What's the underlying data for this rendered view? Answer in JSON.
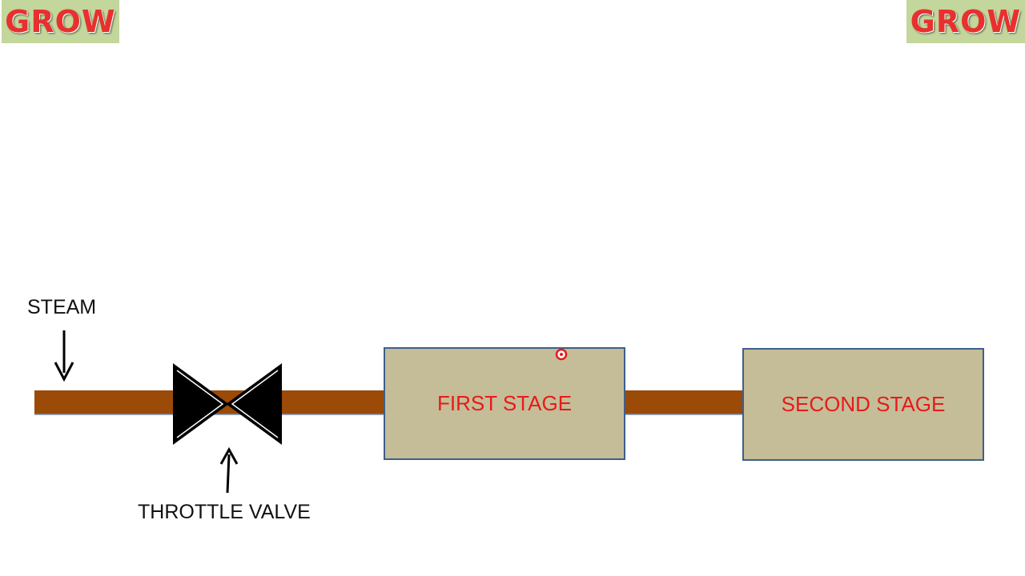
{
  "logos": {
    "left_text": "GROW",
    "right_text": "GROW"
  },
  "labels": {
    "steam": "STEAM",
    "throttle_valve": "THROTTLE VALVE"
  },
  "stages": {
    "first": "FIRST STAGE",
    "second": "SECOND STAGE"
  },
  "colors": {
    "pipe": "#9b4a08",
    "stage_fill": "#c4bd97",
    "stage_border": "#3e5f8a",
    "stage_text": "#e81a1a",
    "logo_bg": "#c3d69b",
    "logo_text": "#e8302e",
    "pointer": "#e81a1a"
  }
}
